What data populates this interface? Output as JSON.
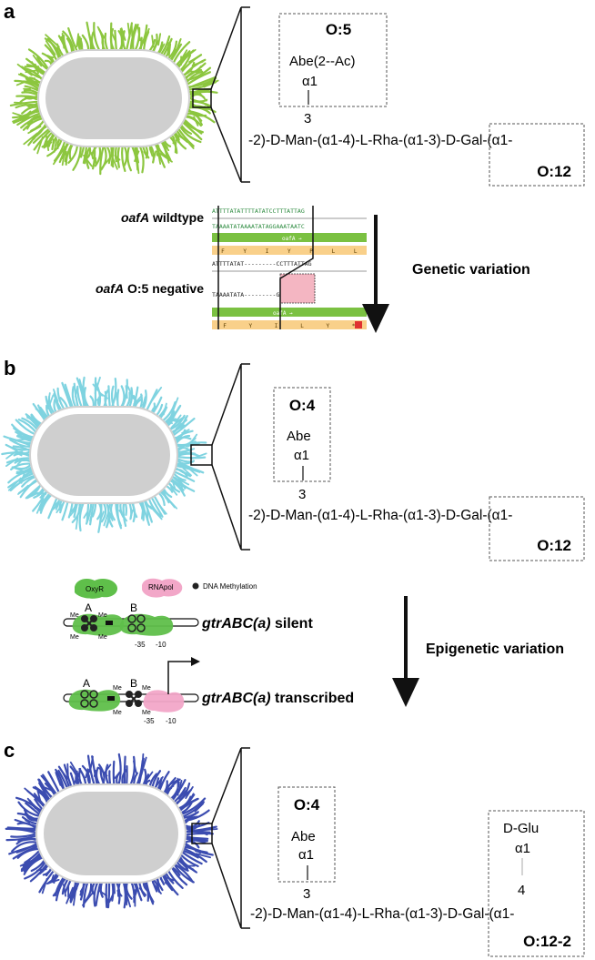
{
  "colors": {
    "panel_a_fimbriae": "#8cc63f",
    "panel_b_fimbriae": "#7fd3e0",
    "panel_c_fimbriae": "#3b4cb0",
    "cell_body": "#cfcfcf",
    "oxyr": "#5fbf4a",
    "rnapol": "#f2a7c8",
    "deletion_box": "#f4b6c2",
    "gene_bar": "#7bc142",
    "translation_bar": "#f9d08a"
  },
  "panels": {
    "a": {
      "letter": "a",
      "antigen_label": "O:5",
      "side_sugar": "Abe(2--Ac)",
      "linkage": "α1",
      "position": "3",
      "backbone": "-2)-D-Man-(α1-4)-L-Rha-(α1-3)-D-Gal-(α1-",
      "galactose_antigen": "O:12"
    },
    "b": {
      "letter": "b",
      "antigen_label": "O:4",
      "side_sugar": "Abe",
      "linkage": "α1",
      "position": "3",
      "backbone": "-2)-D-Man-(α1-4)-L-Rha-(α1-3)-D-Gal-(α1-",
      "galactose_antigen": "O:12"
    },
    "c": {
      "letter": "c",
      "antigen_label": "O:4",
      "side_sugar": "Abe",
      "linkage": "α1",
      "position": "3",
      "backbone": "-2)-D-Man-(α1-4)-L-Rha-(α1-3)-D-Gal-(α1-",
      "glu_sugar": "D-Glu",
      "glu_linkage": "α1",
      "glu_position": "4",
      "galactose_antigen": "O:12-2"
    }
  },
  "genetic": {
    "wildtype_gene": "oafA",
    "wildtype_suffix": " wildtype",
    "negative_gene": "oafA",
    "negative_suffix": " O:5 negative",
    "arrow_label": "Genetic variation",
    "wt_seq_top": "ATTTTATATTTTATATCCTTTATTAG",
    "wt_seq_bottom": "TAAAATATAAAATATAGGAAATAATC",
    "neg_seq_top": "ATTTTATAT---------CCTTTATTAG",
    "neg_seq_bottom": "TAAAATATA---------GGAAATAATC",
    "gene_name_label": "oafA →",
    "wt_aa": [
      "F",
      "Y",
      "I",
      "Y",
      "P",
      "L",
      "L"
    ],
    "neg_aa": [
      "F",
      "Y",
      "I",
      "L",
      "Y",
      "*"
    ]
  },
  "epigenetic": {
    "legend_oxyr": "OxyR",
    "legend_rnapol": "RNApol",
    "legend_methylation": "DNA Methylation",
    "site_a": "A",
    "site_b": "B",
    "me": "Me",
    "minus35": "-35",
    "minus10": "-10",
    "silent_gene": "gtrABC(a)",
    "silent_suffix": " silent",
    "transcribed_gene": "gtrABC(a)",
    "transcribed_suffix": " transcribed",
    "arrow_label": "Epigenetic variation"
  }
}
